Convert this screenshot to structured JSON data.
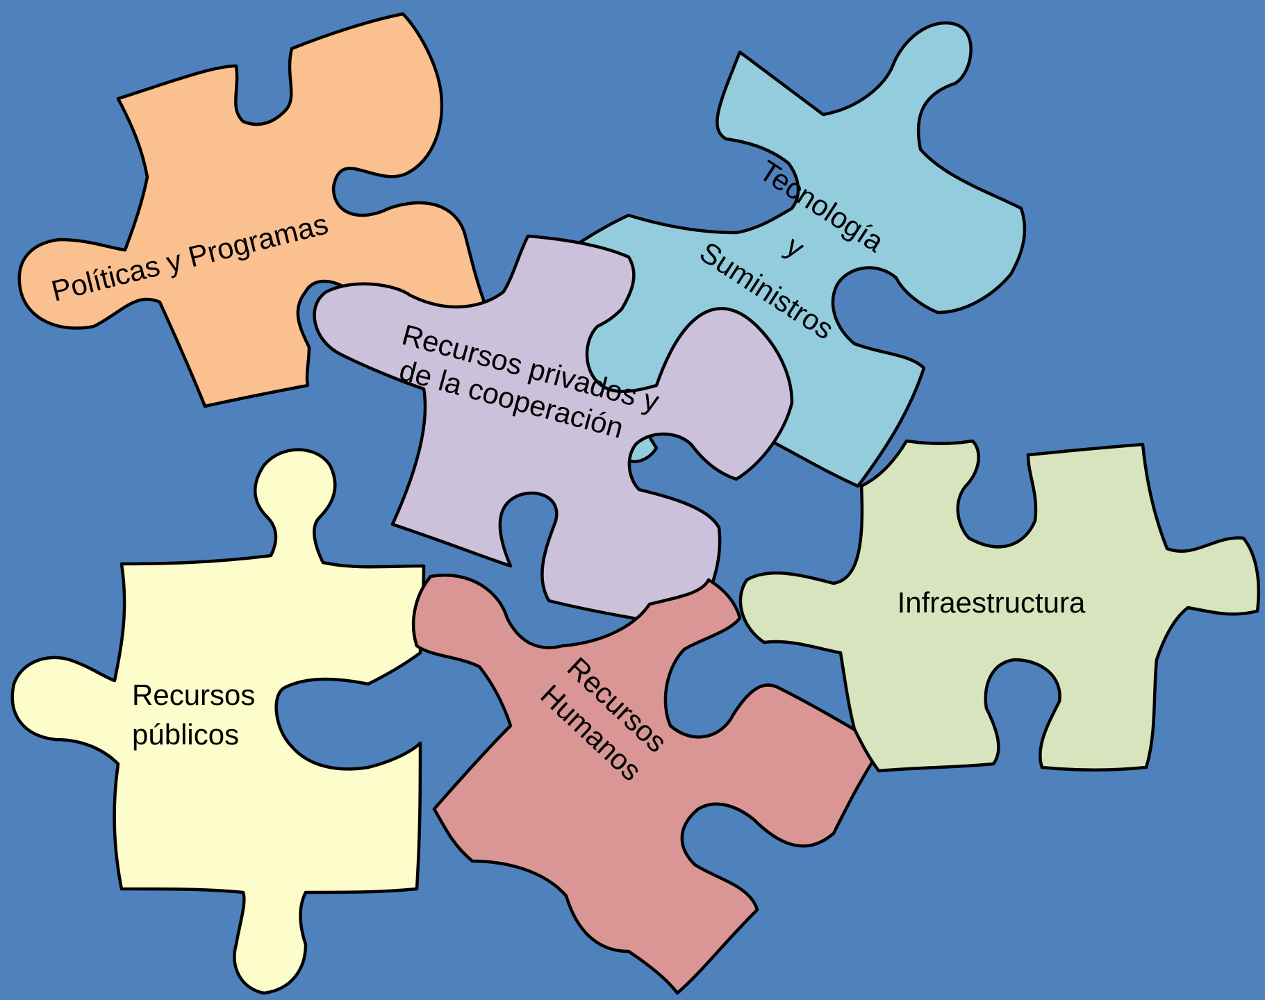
{
  "background_color": "#4f81bd",
  "pieces": {
    "politicas": {
      "color": "#fac090",
      "label": "Políticas y Programas"
    },
    "tecnologia": {
      "color": "#93cddd",
      "lines": [
        "Tecnología",
        "y",
        "Suministros"
      ]
    },
    "privados": {
      "color": "#ccc1da",
      "lines": [
        "Recursos privados y",
        "de la cooperación"
      ]
    },
    "publicos": {
      "color": "#fdfccb",
      "lines": [
        "Recursos",
        "públicos"
      ]
    },
    "humanos": {
      "color": "#d99694",
      "lines": [
        "Recursos",
        "Humanos"
      ]
    },
    "infraestructura": {
      "color": "#d7e4bd",
      "label": "Infraestructura"
    }
  }
}
